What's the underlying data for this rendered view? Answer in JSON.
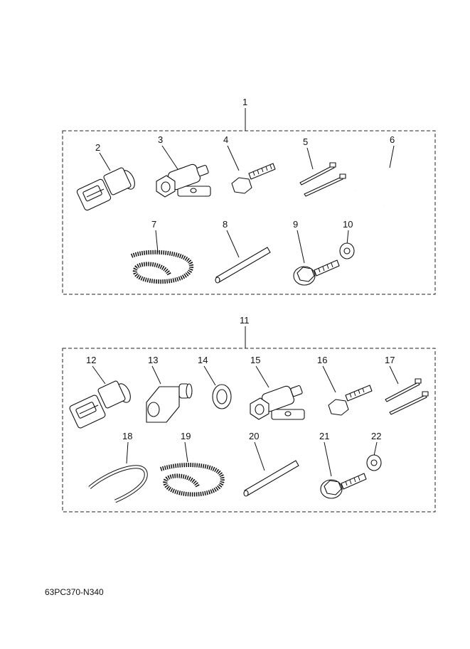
{
  "kit_a": {
    "number": "1",
    "callouts": [
      "2",
      "3",
      "4",
      "5",
      "6",
      "7",
      "8",
      "9",
      "10"
    ]
  },
  "kit_b": {
    "number": "11",
    "callouts": [
      "12",
      "13",
      "14",
      "15",
      "16",
      "17",
      "18",
      "19",
      "20",
      "21",
      "22"
    ]
  },
  "reference_code": "63PC370-N340"
}
